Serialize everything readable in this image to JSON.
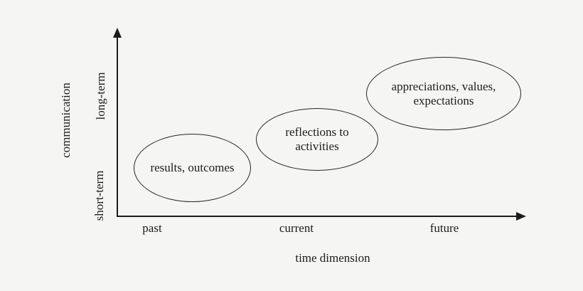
{
  "colors": {
    "background": "#f5f5f4",
    "ink": "#1c1c1c"
  },
  "y_axis": {
    "label": "communication",
    "ticks": [
      {
        "label": "long-term"
      },
      {
        "label": "short-term"
      }
    ]
  },
  "x_axis": {
    "label": "time dimension",
    "ticks": [
      {
        "label": "past"
      },
      {
        "label": "current"
      },
      {
        "label": "future"
      }
    ]
  },
  "ellipses": [
    {
      "label": "results, outcomes",
      "time": "past"
    },
    {
      "label": "reflections to activities",
      "time": "current"
    },
    {
      "label": "appreciations, values, expectations",
      "time": "future"
    }
  ]
}
